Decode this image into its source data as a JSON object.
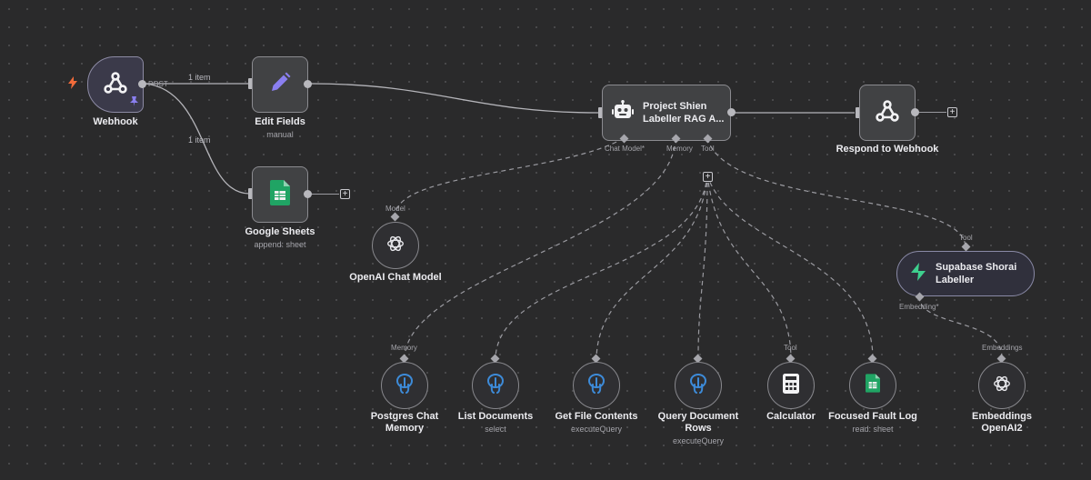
{
  "nodes": {
    "webhook": {
      "title": "Webhook",
      "port_label": "POST"
    },
    "edit_fields": {
      "title": "Edit Fields",
      "subtitle": "manual"
    },
    "google_sheets": {
      "title": "Google Sheets",
      "subtitle": "append: sheet"
    },
    "agent": {
      "title_line1": "Project Shien",
      "title_line2": "Labeller RAG A...",
      "ports": {
        "chat_model": "Chat Model*",
        "memory": "Memory",
        "tool": "Tool"
      }
    },
    "respond": {
      "title": "Respond to Webhook"
    },
    "openai_chat": {
      "title": "OpenAI Chat Model",
      "port_label": "Model"
    },
    "supabase": {
      "title_line1": "Supabase Shorai",
      "title_line2": "Labeller",
      "port_label": "Tool",
      "bottom_port_label": "Embedding*"
    },
    "postgres_memory": {
      "title_line1": "Postgres Chat",
      "title_line2": "Memory",
      "port_label": "Memory"
    },
    "list_documents": {
      "title": "List Documents",
      "subtitle": "select"
    },
    "get_file_contents": {
      "title": "Get File Contents",
      "subtitle": "executeQuery"
    },
    "query_rows": {
      "title_line1": "Query Document",
      "title_line2": "Rows",
      "subtitle": "executeQuery"
    },
    "calculator": {
      "title": "Calculator",
      "port_label": "Tool"
    },
    "fault_log": {
      "title": "Focused Fault Log",
      "subtitle": "read: sheet"
    },
    "embeddings": {
      "title_line1": "Embeddings",
      "title_line2": "OpenAI2",
      "port_label": "Embeddings"
    }
  },
  "edges": {
    "webhook_to_edit": "1 item",
    "webhook_to_sheets": "1 item"
  },
  "colors": {
    "canvas": "#2a2a2b",
    "node_fill": "#414244",
    "edge": "#b4b4b9",
    "sheets_green": "#20a464",
    "supabase_green": "#3ecf8e",
    "trigger_orange": "#f26b3a",
    "postgres_blue": "#3d8bd9",
    "pencil_purple": "#8a7ff0"
  },
  "icons": [
    "webhook-icon",
    "pencil-icon",
    "sheets-icon",
    "robot-icon",
    "openai-icon",
    "supabase-icon",
    "postgres-icon",
    "calculator-icon",
    "plus-icon",
    "bolt-icon",
    "pin-icon"
  ]
}
